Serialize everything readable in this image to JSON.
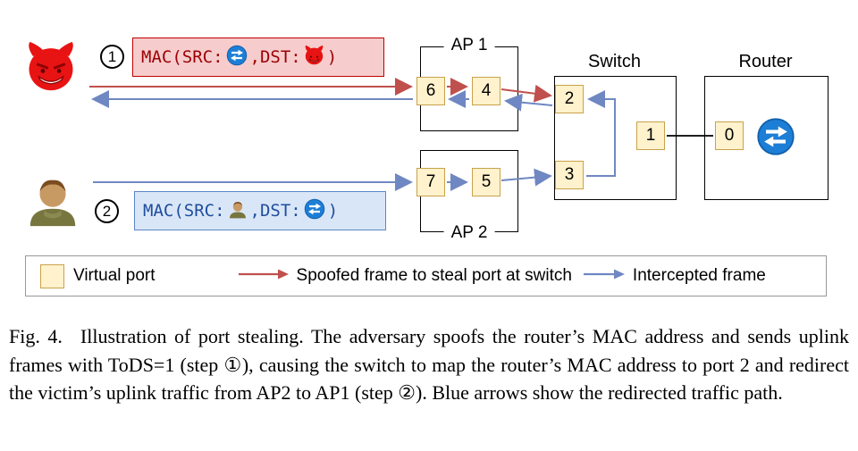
{
  "figure": {
    "steps": {
      "one": "1",
      "two": "2"
    },
    "spoofed_frame": {
      "pre": "MAC(SRC:",
      "mid": ",DST:",
      "post": ")"
    },
    "intercepted_frame": {
      "pre": "MAC(SRC:",
      "mid": ",DST:",
      "post": ")"
    },
    "devices": {
      "ap1": {
        "label": "AP 1",
        "ports": [
          "6",
          "4"
        ]
      },
      "ap2": {
        "label": "AP 2",
        "ports": [
          "7",
          "5"
        ]
      },
      "switch": {
        "label": "Switch",
        "ports": [
          "2",
          "3",
          "1"
        ]
      },
      "router": {
        "label": "Router",
        "ports": [
          "0"
        ]
      }
    },
    "legend": {
      "virtual_port": "Virtual port",
      "spoofed": "Spoofed frame to steal port at switch",
      "intercepted": "Intercepted frame"
    },
    "caption": {
      "fig_label": "Fig. 4.",
      "text": "Illustration of port stealing. The adversary spoofs the router’s MAC address and sends uplink frames with ToDS=1 (step ①), causing the switch to map the router’s MAC address to port 2 and redirect the victim’s uplink traffic from AP2 to AP1 (step ②). Blue arrows show the redirected traffic path."
    },
    "colors": {
      "spoofed_arrow": "#c0504d",
      "intercepted_arrow": "#6f87c2",
      "virtual_port_fill": "#fff2cc",
      "virtual_port_border": "#c9a24b",
      "spoofed_box_fill": "#f6cccc",
      "spoofed_box_border": "#c00000",
      "intercepted_box_fill": "#d9e6f8",
      "intercepted_box_border": "#5b87c5",
      "router_icon_blue": "#1d7ed6",
      "adversary_red": "#e81313"
    }
  }
}
